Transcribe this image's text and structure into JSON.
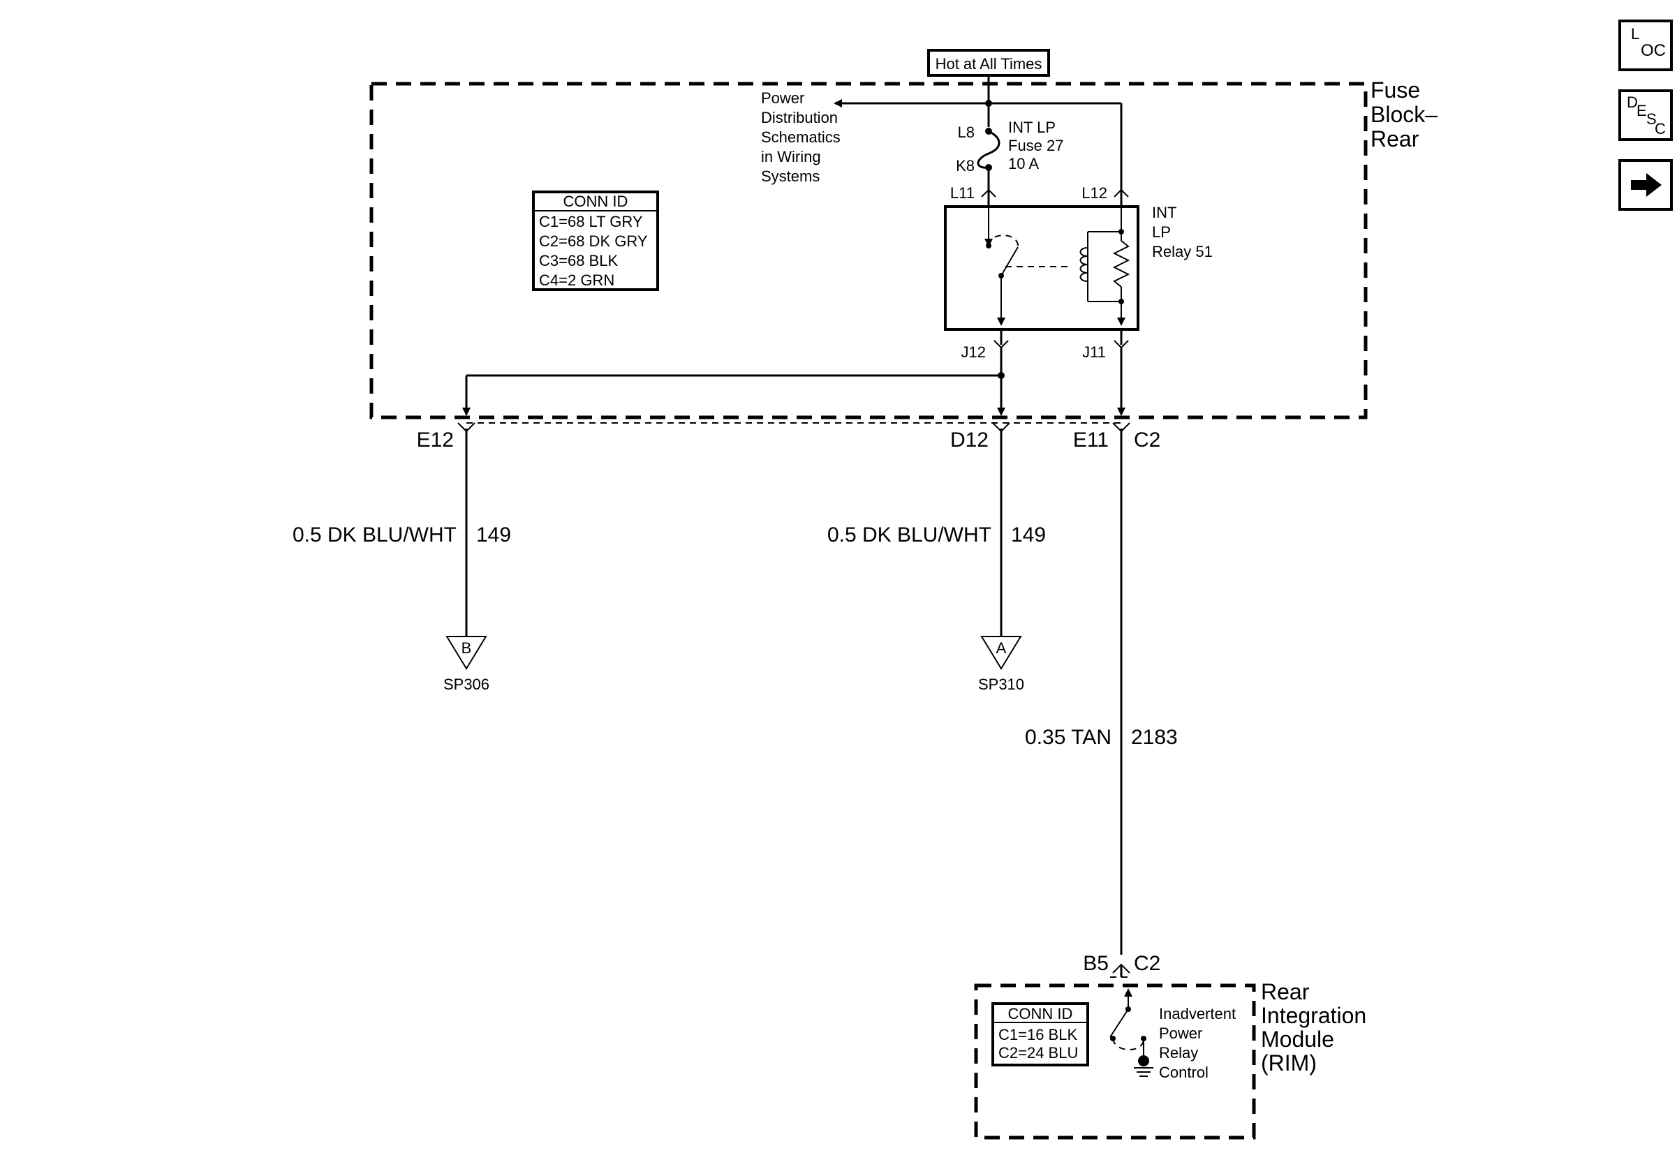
{
  "power_source": {
    "label": "Hot at All Times"
  },
  "fuse_block": {
    "title_lines": [
      "Fuse",
      "Block–",
      "Rear"
    ],
    "power_distribution_lines": [
      "Power",
      "Distribution",
      "Schematics",
      "in Wiring",
      "Systems"
    ],
    "fuse": {
      "lines": [
        "INT LP",
        "Fuse 27",
        "10 A"
      ],
      "pin_top": "L8",
      "pin_bottom": "K8"
    },
    "relay": {
      "lines": [
        "INT",
        "LP",
        "Relay 51"
      ]
    },
    "terminals": {
      "l11": "L11",
      "l12": "L12",
      "j12": "J12",
      "j11": "J11"
    },
    "conn_id": {
      "header": "CONN ID",
      "rows": [
        "C1=68 LT GRY",
        "C2=68 DK GRY",
        "C3=68 BLK",
        "C4=2 GRN"
      ]
    },
    "connectors": {
      "e12": "E12",
      "d12": "D12",
      "e11": "E11",
      "c2": "C2"
    }
  },
  "wires": {
    "left": {
      "spec": "0.5 DK BLU/WHT",
      "circuit": "149"
    },
    "middle": {
      "spec": "0.5 DK BLU/WHT",
      "circuit": "149"
    },
    "right": {
      "spec": "0.35 TAN",
      "circuit": "2183"
    }
  },
  "splices": {
    "sp306": {
      "letter": "B",
      "name": "SP306"
    },
    "sp310": {
      "letter": "A",
      "name": "SP310"
    }
  },
  "rim": {
    "connector": {
      "pin": "B5",
      "conn": "C2"
    },
    "title_lines": [
      "Rear",
      "Integration",
      "Module",
      "(RIM)"
    ],
    "control_lines": [
      "Inadvertent",
      "Power",
      "Relay",
      "Control"
    ],
    "conn_id": {
      "header": "CONN ID",
      "rows": [
        "C1=16 BLK",
        "C2=24 BLU"
      ]
    }
  },
  "nav": {
    "loc": {
      "main": "L",
      "sub": "OC"
    },
    "desc": {
      "main": "D",
      "sub1": "E",
      "sub2": "S",
      "sub3": "C"
    },
    "next_icon": "right-arrow-icon"
  }
}
